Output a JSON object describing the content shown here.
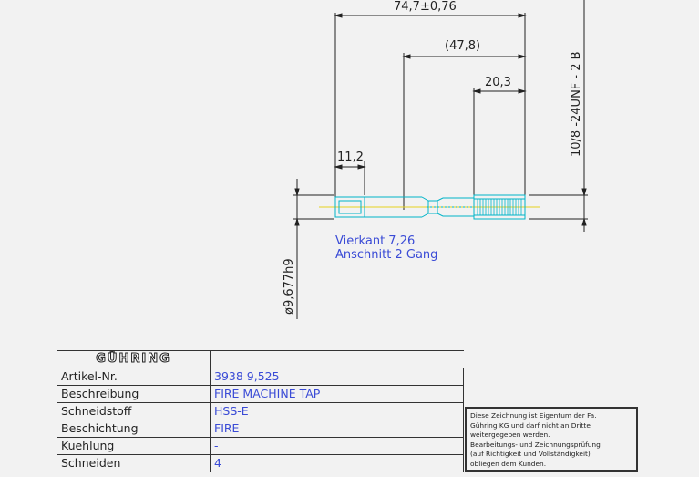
{
  "dimensions": {
    "overall_length": "74,7±0,76",
    "shank_length": "(47,8)",
    "thread_length": "20,3",
    "square_length": "11,2",
    "thread_spec": "10/8 -24UNF - 2 B",
    "shank_diameter": "ø9,677h9"
  },
  "notes": {
    "square": "Vierkant 7,26",
    "chamfer": "Anschnitt 2 Gang"
  },
  "titleblock": {
    "logo": "GÜHRING",
    "rows": [
      {
        "label": "Artikel-Nr.",
        "value": "3938 9,525"
      },
      {
        "label": "Beschreibung",
        "value": "FIRE MACHINE TAP"
      },
      {
        "label": "Schneidstoff",
        "value": "HSS-E"
      },
      {
        "label": "Beschichtung",
        "value": "FIRE"
      },
      {
        "label": "Kuehlung",
        "value": "-"
      },
      {
        "label": "Schneiden",
        "value": "4"
      }
    ]
  },
  "disclaimer": "Diese Zeichnung ist Eigentum der Fa.\nGühring KG und darf nicht an Dritte\nweitergegeben werden.\nBearbeitungs- und Zeichnungsprüfung\n(auf Richtigkeit und Vollständigkeit)\nobliegen dem Kunden.",
  "colors": {
    "tool_outline": "#00b4c8",
    "centerline": "#e6d21e",
    "dimension": "#222222",
    "note_text": "#3a4bd6"
  }
}
